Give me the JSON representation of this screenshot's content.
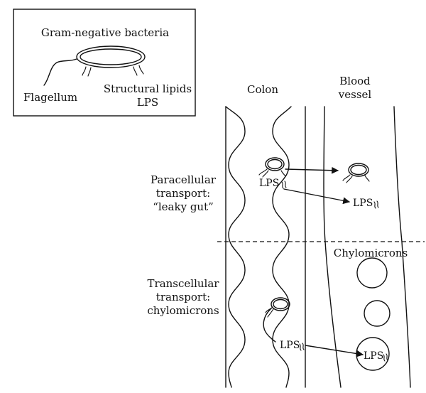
{
  "legend": {
    "title": "Gram-negative bacteria",
    "flagellum_label": "Flagellum",
    "lipids_label_line1": "Structural lipids",
    "lipids_label_line2": "LPS"
  },
  "columns": {
    "colon": "Colon",
    "blood_line1": "Blood",
    "blood_line2": "vessel"
  },
  "paracellular": {
    "line1": "Paracellular",
    "line2": "transport:",
    "line3": "“leaky gut”",
    "lps_in_cell": "LPS",
    "lps_in_blood": "LPS"
  },
  "transcellular": {
    "line1": "Transcellular",
    "line2": "transport:",
    "line3": "chylomicrons",
    "lps_in_cell": "LPS",
    "lps_in_chylomicron": "LPS"
  },
  "chylomicrons_label": "Chylomicrons"
}
